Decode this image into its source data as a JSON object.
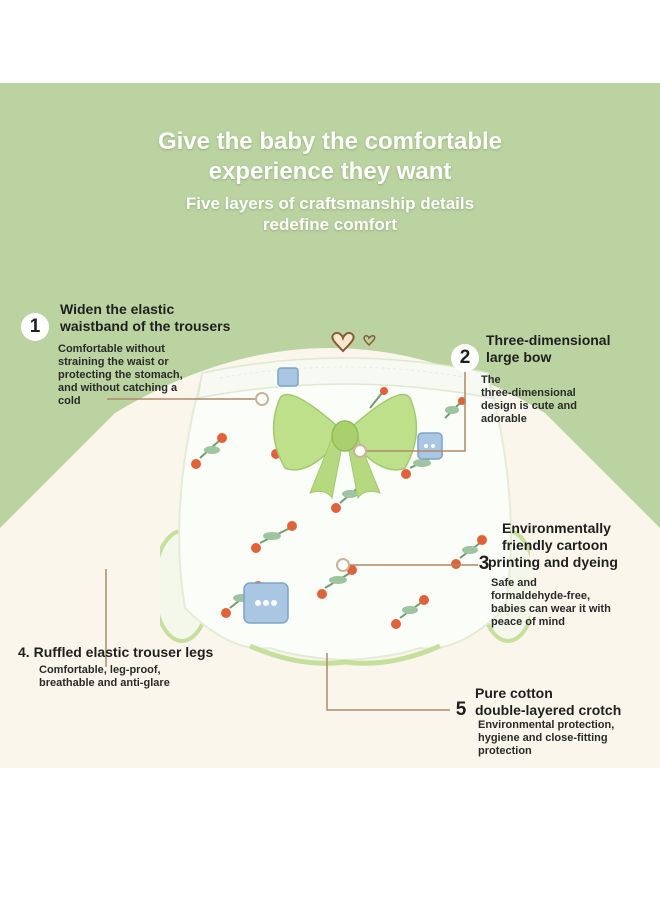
{
  "header": {
    "title_line1": "Give the baby the comfortable",
    "title_line2": "experience they want",
    "subtitle_line1": "Five layers of craftsmanship details",
    "subtitle_line2": "redefine comfort"
  },
  "features": [
    {
      "number": "1",
      "title_line1": "Widen the elastic",
      "title_line2": "waistband of the trousers",
      "desc": [
        "Comfortable without",
        "straining the waist or",
        "protecting the stomach,",
        "and without catching a",
        "cold"
      ]
    },
    {
      "number": "2",
      "title_line1": "Three-dimensional",
      "title_line2": "large bow",
      "desc": [
        "The",
        "three-dimensional",
        "design is cute and",
        "adorable"
      ]
    },
    {
      "number": "3",
      "title_line1": "Environmentally",
      "title_line2": "friendly cartoon",
      "title_line3": "printing and dyeing",
      "desc": [
        "Safe and",
        "formaldehyde-free,",
        "babies can wear it with",
        "peace of mind"
      ]
    },
    {
      "number": "4.",
      "title_line1": "Ruffled elastic trouser legs",
      "desc": [
        "Comfortable, leg-proof,",
        "breathable and anti-glare"
      ]
    },
    {
      "number": "5",
      "title_line1": "Pure cotton",
      "title_line2": "double-layered crotch",
      "desc": [
        "Environmental protection,",
        "hygiene and close-fitting",
        "protection"
      ]
    }
  ],
  "colors": {
    "green_bg": "#bad3a0",
    "cream_bg": "#faf6ec",
    "bow_green": "#bfe08a",
    "leader_brown": "#b08a6a",
    "berry_orange": "#e0623a"
  },
  "icons": [
    "heart-icon"
  ]
}
